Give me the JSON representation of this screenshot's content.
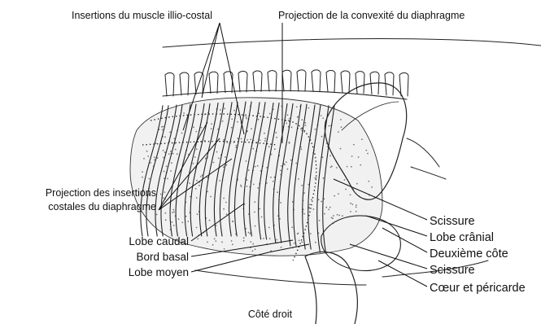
{
  "labels": {
    "insertions_illio_costal": "Insertions du muscle illio-costal",
    "projection_convexite": "Projection de la convexité du diaphragme",
    "projection_insertions_line1": "Projection des insertions",
    "projection_insertions_line2": "costales du diaphragme",
    "lobe_caudal": "Lobe caudal",
    "bord_basal": "Bord basal",
    "lobe_moyen": "Lobe moyen",
    "scissure_1": "Scissure",
    "lobe_cranial": "Lobe crânial",
    "deuxieme_cote": "Deuxième côte",
    "scissure_2": "Scissure",
    "coeur_pericarde": "Cœur et péricarde",
    "caption": "Côté droit"
  },
  "colors": {
    "ink": "#222222",
    "lung_fill": "#f1f1f1",
    "background": "#ffffff"
  }
}
